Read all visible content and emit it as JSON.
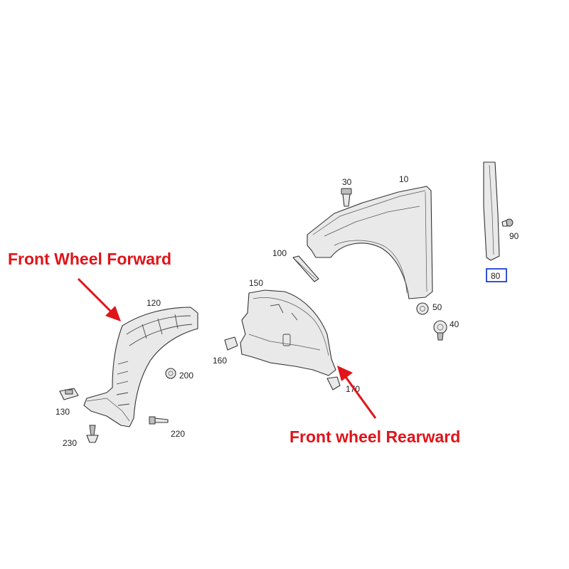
{
  "callouts": {
    "front_forward": "Front Wheel Forward",
    "front_rearward": "Front wheel Rearward"
  },
  "parts": {
    "p10": "10",
    "p30": "30",
    "p40": "40",
    "p50": "50",
    "p80": "80",
    "p90": "90",
    "p100": "100",
    "p120": "120",
    "p130": "130",
    "p150": "150",
    "p160": "160",
    "p170": "170",
    "p200": "200",
    "p220": "220",
    "p230": "230"
  },
  "colors": {
    "callout": "#e0141a",
    "highlight_box": "#1f3fd6"
  }
}
